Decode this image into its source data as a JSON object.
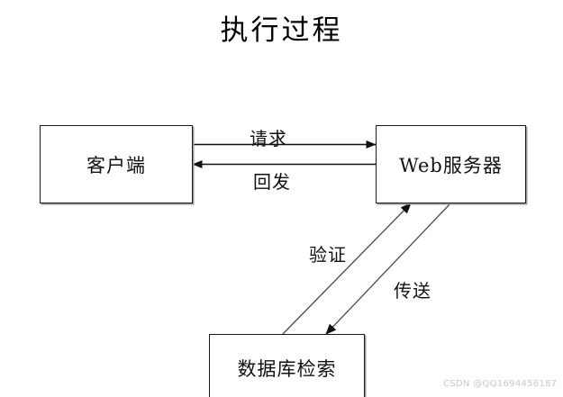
{
  "diagram": {
    "title": "执行过程",
    "nodes": [
      {
        "id": "client",
        "label": "客户端"
      },
      {
        "id": "webserver",
        "label": "Web服务器"
      },
      {
        "id": "database",
        "label": "数据库检索"
      }
    ],
    "edges": [
      {
        "id": "request",
        "label": "请求",
        "from": "client",
        "to": "webserver",
        "direction": "right"
      },
      {
        "id": "postback",
        "label": "回发",
        "from": "webserver",
        "to": "client",
        "direction": "left"
      },
      {
        "id": "verify",
        "label": "验证",
        "from": "database",
        "to": "webserver",
        "direction": "up-right"
      },
      {
        "id": "transmit",
        "label": "传送",
        "from": "webserver",
        "to": "database",
        "direction": "down-left"
      }
    ],
    "colors": {
      "stroke": "#1a1a1a",
      "diagonal_stroke": "#4a4a4a",
      "box_shadow": "#9a9a9a",
      "background": "#ffffff",
      "text": "#111111",
      "watermark": "#c9c9c9"
    },
    "watermark": "CSDN @QQ1694456187"
  }
}
